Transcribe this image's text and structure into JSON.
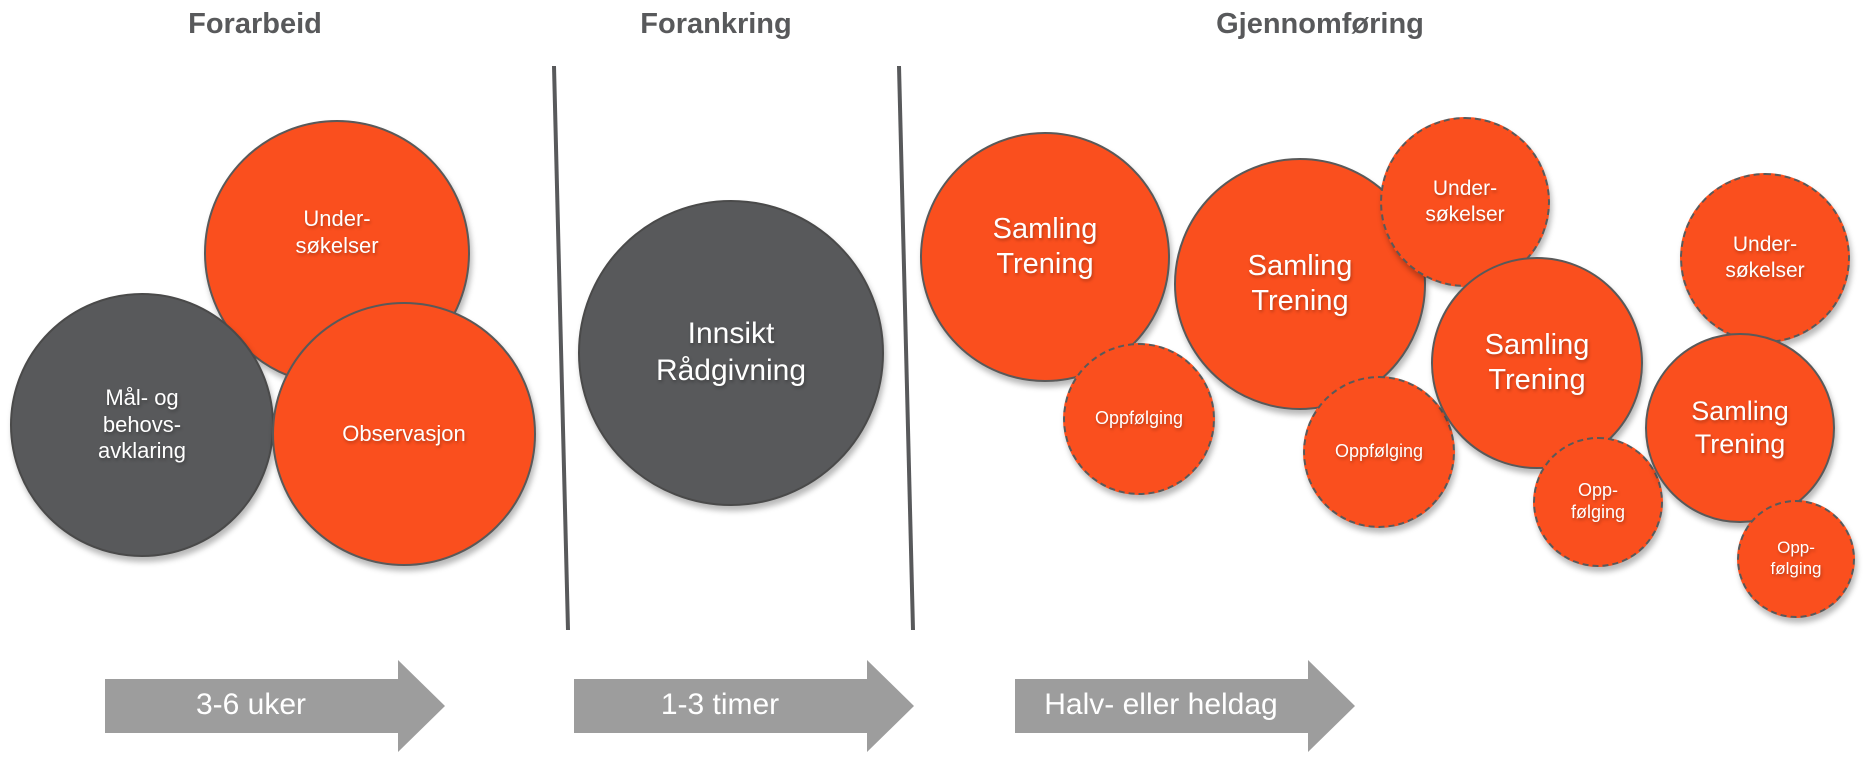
{
  "phases": [
    {
      "title": "Forarbeid",
      "duration": "3-6 uker"
    },
    {
      "title": "Forankring",
      "duration": "1-3 timer"
    },
    {
      "title": "Gjennomføring",
      "duration": "Halv- eller heldag"
    }
  ],
  "forarbeid_circles": {
    "undersokelser": "Under-\nsøkelser",
    "mal_behov": "Mål- og\nbehovs-\navklaring",
    "observasjon": "Observasjon"
  },
  "forankring_circle": {
    "label": "Innsikt\nRådgivning"
  },
  "gjennomforing_circles": {
    "samling_1": "Samling\nTrening",
    "oppfolging_1": "Oppfølging",
    "samling_2": "Samling\nTrening",
    "undersokelser_2": "Under-\nsøkelser",
    "oppfolging_2": "Oppfølging",
    "samling_3": "Samling\nTrening",
    "oppfolging_3": "Opp-\nfølging",
    "undersokelser_3": "Under-\nsøkelser",
    "samling_4": "Samling\nTrening",
    "oppfolging_4": "Opp-\nfølging"
  },
  "colors": {
    "orange": "#fa4f1e",
    "dark_gray": "#58595b",
    "arrow_gray": "#9d9d9d",
    "heading": "#58595b"
  }
}
